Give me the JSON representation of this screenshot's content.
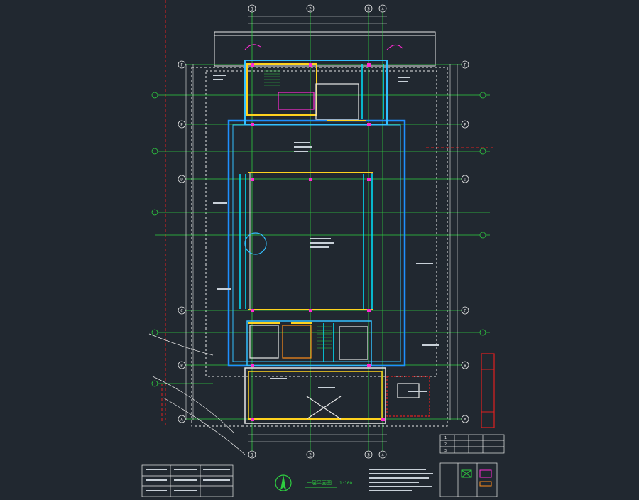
{
  "drawing": {
    "background": "#212830",
    "colors": {
      "axis": "#2ecc40",
      "wall": "#33c0ff",
      "wall_dark": "#1e90ff",
      "accent": "#ffd21e",
      "dim": "#e8e8e8",
      "red": "#e02020",
      "magenta": "#ff2ad4",
      "cyan": "#00e5ff",
      "orange": "#ff8c1a"
    },
    "grid_top": [
      "1",
      "2",
      "3",
      "4"
    ],
    "grid_bottom": [
      "1",
      "2",
      "3",
      "4"
    ],
    "grid_left": [
      "F",
      "E",
      "D",
      "C",
      "B",
      "A"
    ],
    "grid_right": [
      "F",
      "E",
      "D",
      "C",
      "B",
      "A"
    ],
    "plan_title": "一层平面图",
    "plan_subtitle": "1:100"
  },
  "legend": {
    "rows": [
      "1",
      "2",
      "3"
    ]
  }
}
